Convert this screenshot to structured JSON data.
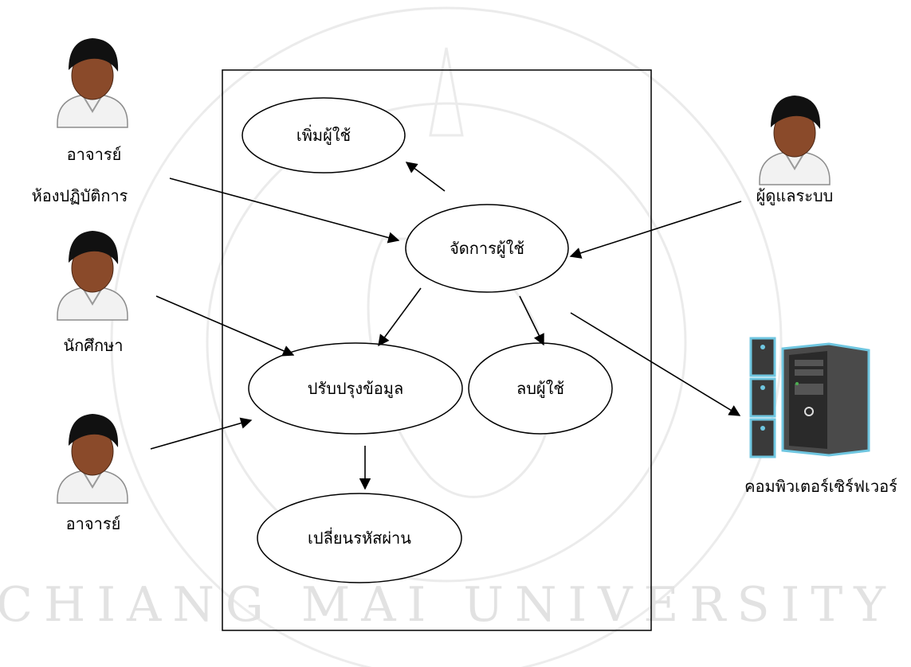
{
  "actors": {
    "lab_teacher_line1": "อาจารย์",
    "lab_teacher_line2": "ห้องปฏิบัติการ",
    "student": "นักศึกษา",
    "teacher": "อาจารย์",
    "admin": "ผู้ดูแลระบบ",
    "server": "คอมพิวเตอร์เซิร์ฟเวอร์"
  },
  "use_cases": {
    "add_user": "เพิ่มผู้ใช้",
    "manage_user": "จัดการผู้ใช้",
    "update_info": "ปรับปรุงข้อมูล",
    "delete_user": "ลบผู้ใช้",
    "change_password": "เปลี่ยนรหัสผ่าน"
  },
  "colors": {
    "skin": "#8a4a2a",
    "hair": "#111111",
    "shirt": "#f2f2f2",
    "server_frame": "#6fc6e0",
    "server_body": "#3a3a3a",
    "watermark": "#d9d9d9"
  },
  "watermark_text": "CHIANG MAI UNIVERSITY"
}
